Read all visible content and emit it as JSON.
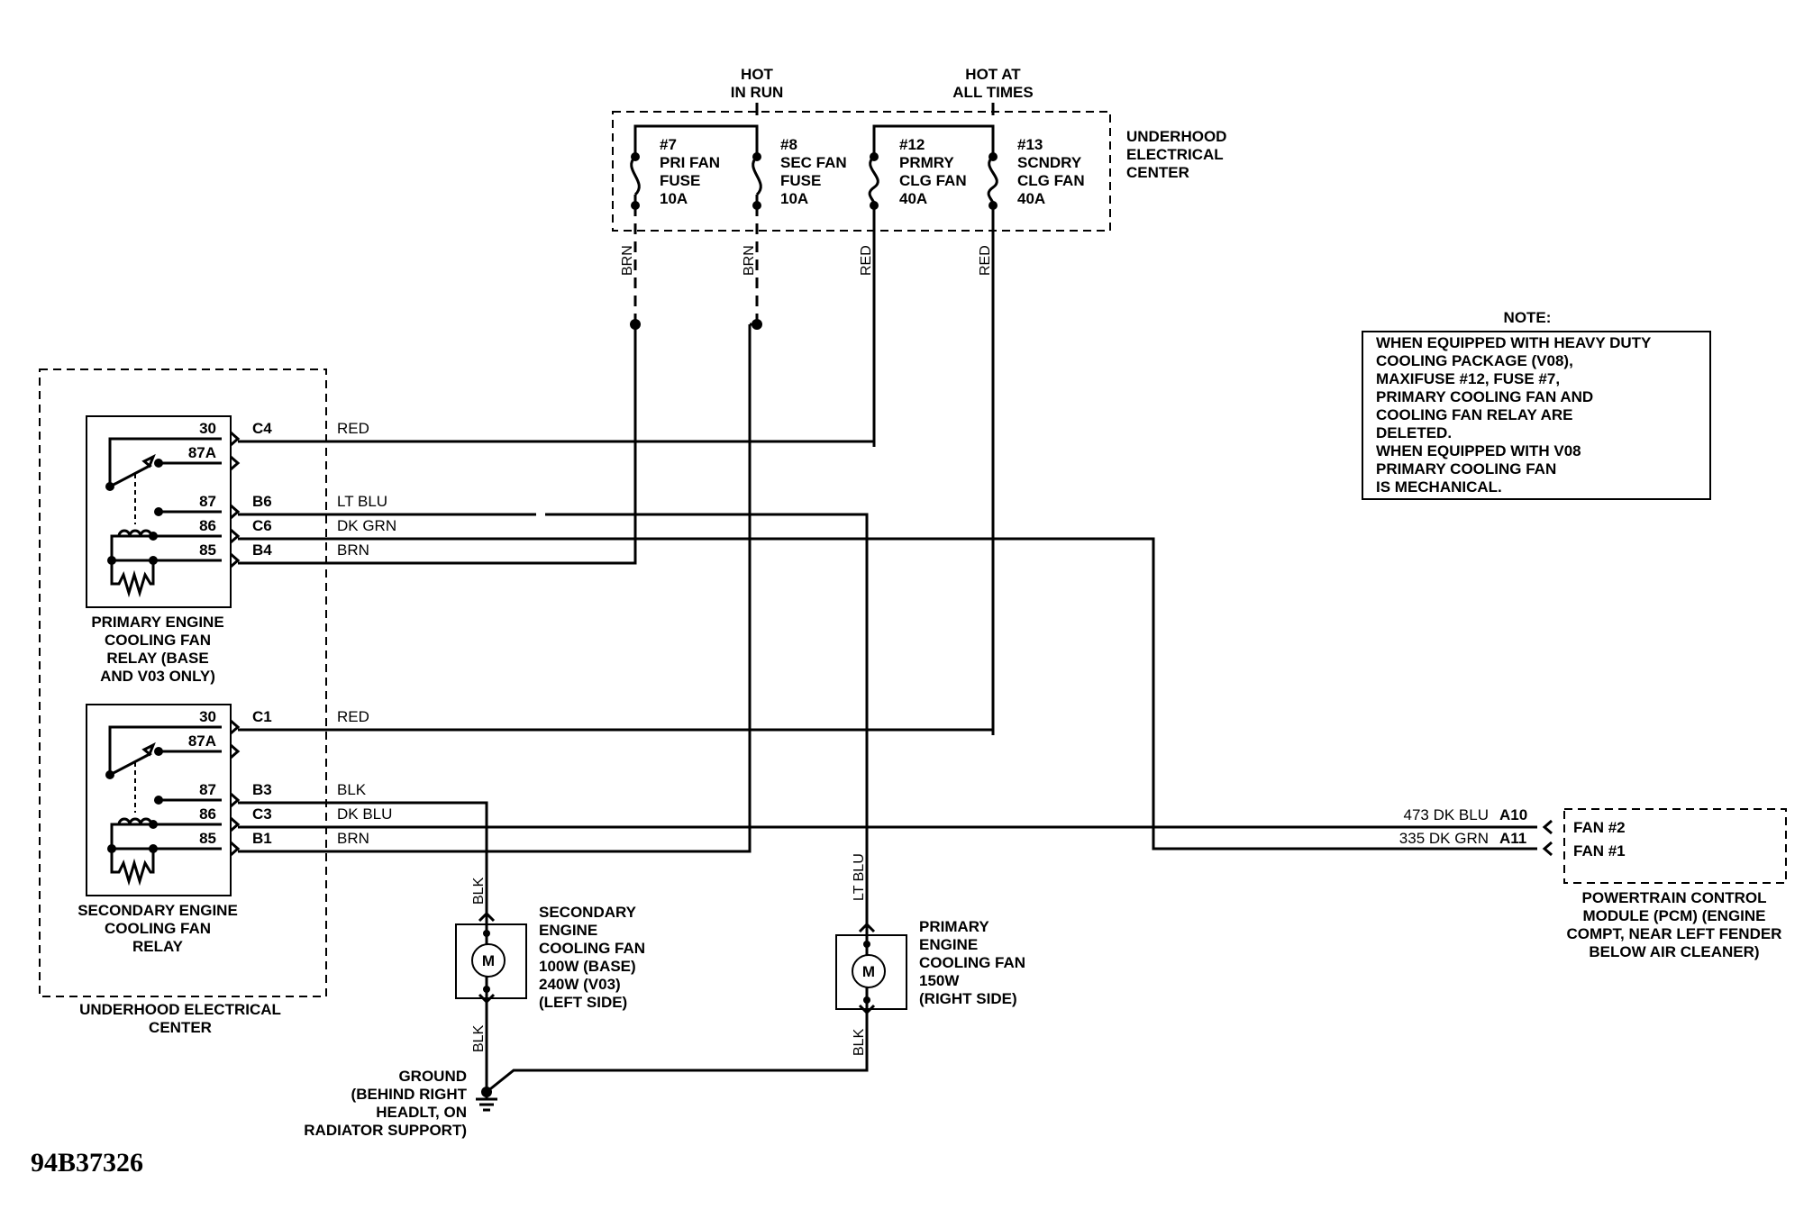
{
  "top_labels": {
    "hot_run_1": "HOT",
    "hot_run_2": "IN RUN",
    "hot_all_1": "HOT AT",
    "hot_all_2": "ALL TIMES"
  },
  "uec_top": {
    "line1": "UNDERHOOD",
    "line2": "ELECTRICAL",
    "line3": "CENTER"
  },
  "fuses": [
    {
      "line1": "#7",
      "line2": "PRI FAN",
      "line3": "FUSE",
      "line4": "10A",
      "wire": "BRN"
    },
    {
      "line1": "#8",
      "line2": "SEC FAN",
      "line3": "FUSE",
      "line4": "10A",
      "wire": "BRN"
    },
    {
      "line1": "#12",
      "line2": "PRMRY",
      "line3": "CLG FAN",
      "line4": "40A",
      "wire": "RED"
    },
    {
      "line1": "#13",
      "line2": "SCNDRY",
      "line3": "CLG FAN",
      "line4": "40A",
      "wire": "RED"
    }
  ],
  "note": {
    "title": "NOTE:",
    "lines": [
      "WHEN EQUIPPED WITH HEAVY DUTY",
      "COOLING PACKAGE (V08),",
      "MAXIFUSE #12, FUSE #7,",
      "PRIMARY COOLING FAN AND",
      "COOLING FAN RELAY ARE",
      "DELETED.",
      "WHEN EQUIPPED WITH V08",
      "PRIMARY COOLING FAN",
      "IS MECHANICAL."
    ]
  },
  "primary_relay": {
    "pins": [
      {
        "pin": "30",
        "conn": "C4",
        "wire": "RED"
      },
      {
        "pin": "87A",
        "conn": "",
        "wire": ""
      },
      {
        "pin": "87",
        "conn": "B6",
        "wire": "LT BLU"
      },
      {
        "pin": "86",
        "conn": "C6",
        "wire": "DK GRN"
      },
      {
        "pin": "85",
        "conn": "B4",
        "wire": "BRN"
      }
    ],
    "label": [
      "PRIMARY ENGINE",
      "COOLING FAN",
      "RELAY (BASE",
      "AND V03 ONLY)"
    ]
  },
  "secondary_relay": {
    "pins": [
      {
        "pin": "30",
        "conn": "C1",
        "wire": "RED"
      },
      {
        "pin": "87A",
        "conn": "",
        "wire": ""
      },
      {
        "pin": "87",
        "conn": "B3",
        "wire": "BLK"
      },
      {
        "pin": "86",
        "conn": "C3",
        "wire": "DK BLU"
      },
      {
        "pin": "85",
        "conn": "B1",
        "wire": "BRN"
      }
    ],
    "label": [
      "SECONDARY ENGINE",
      "COOLING FAN",
      "RELAY"
    ]
  },
  "uec_left": {
    "line1": "UNDERHOOD ELECTRICAL",
    "line2": "CENTER"
  },
  "secondary_fan": {
    "motor": "M",
    "wire_top": "BLK",
    "wire_bottom": "BLK",
    "label": [
      "SECONDARY",
      "ENGINE",
      "COOLING FAN",
      "100W (BASE)",
      "240W (V03)",
      "(LEFT SIDE)"
    ]
  },
  "primary_fan": {
    "motor": "M",
    "wire_top": "LT BLU",
    "wire_bottom": "BLK",
    "label": [
      "PRIMARY",
      "ENGINE",
      "COOLING FAN",
      "150W",
      "(RIGHT SIDE)"
    ]
  },
  "ground": {
    "label": [
      "GROUND",
      "(BEHIND RIGHT",
      "HEADLT, ON",
      "RADIATOR SUPPORT)"
    ]
  },
  "pcm": {
    "wires": [
      {
        "circuit": "473 DK BLU",
        "pin": "A10",
        "name": "FAN #2"
      },
      {
        "circuit": "335 DK GRN",
        "pin": "A11",
        "name": "FAN #1"
      }
    ],
    "label": [
      "POWERTRAIN CONTROL",
      "MODULE (PCM) (ENGINE",
      "COMPT, NEAR LEFT FENDER",
      "BELOW AIR CLEANER)"
    ]
  },
  "diagram_code": "94B37326"
}
